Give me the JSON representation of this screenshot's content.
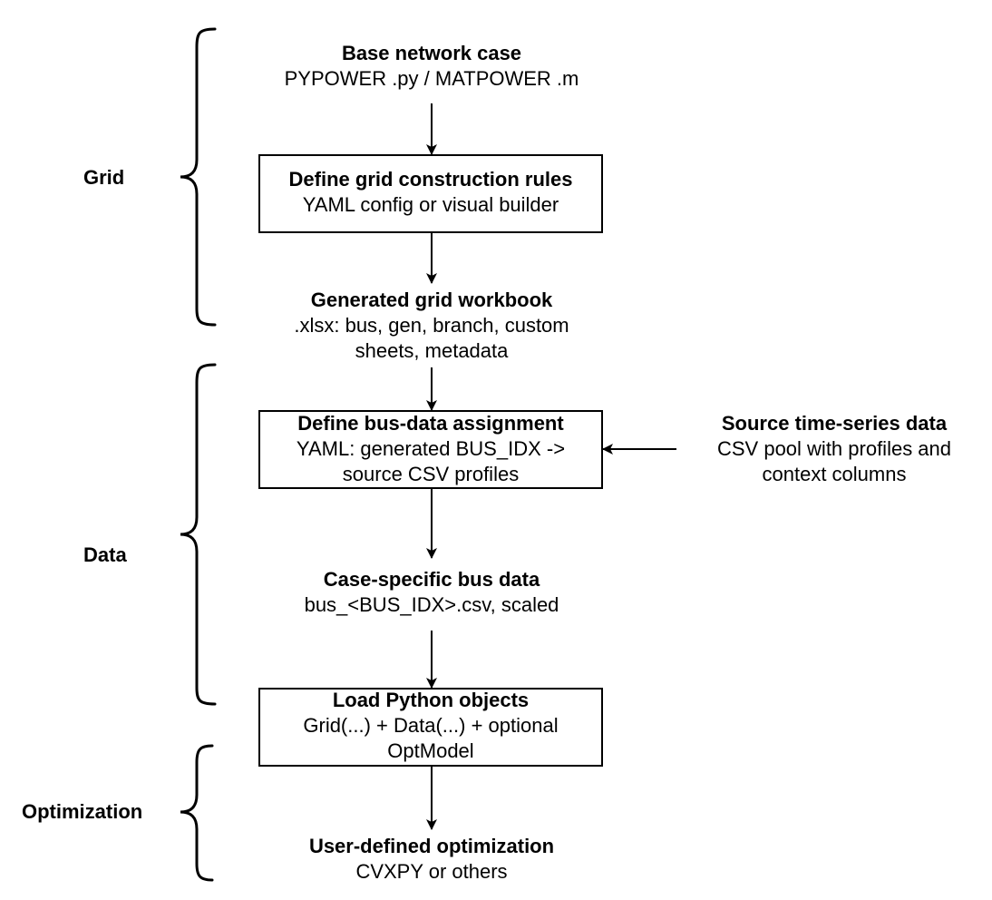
{
  "groups": {
    "grid": "Grid",
    "data": "Data",
    "optimization": "Optimization"
  },
  "nodes": {
    "base_case": {
      "title": "Base network case",
      "desc": "PYPOWER .py / MATPOWER .m"
    },
    "grid_rules": {
      "title": "Define grid construction rules",
      "desc": "YAML config or visual builder"
    },
    "grid_workbook": {
      "title": "Generated grid workbook",
      "desc_line1": ".xlsx: bus, gen, branch, custom",
      "desc_line2": "sheets, metadata"
    },
    "bus_assignment": {
      "title": "Define bus-data assignment",
      "desc_line1": "YAML: generated BUS_IDX ->",
      "desc_line2": "source CSV profiles"
    },
    "source_data": {
      "title": "Source time-series data",
      "desc_line1": "CSV pool with profiles and",
      "desc_line2": "context columns"
    },
    "bus_data": {
      "title": "Case-specific bus data",
      "desc": "bus_<BUS_IDX>.csv, scaled"
    },
    "load_objects": {
      "title": "Load Python objects",
      "desc_line1": "Grid(...) + Data(...) + optional",
      "desc_line2": "OptModel"
    },
    "user_opt": {
      "title": "User-defined optimization",
      "desc": "CVXPY or others"
    }
  }
}
